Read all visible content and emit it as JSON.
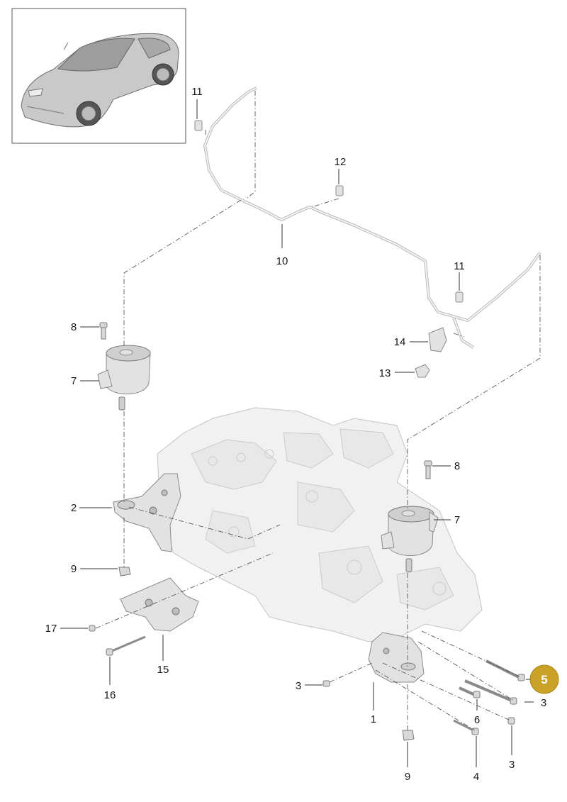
{
  "callouts": [
    {
      "id": "c11a",
      "text": "11"
    },
    {
      "id": "c12",
      "text": "12"
    },
    {
      "id": "c10",
      "text": "10"
    },
    {
      "id": "c11b",
      "text": "11"
    },
    {
      "id": "c8a",
      "text": "8"
    },
    {
      "id": "c7a",
      "text": "7"
    },
    {
      "id": "c14",
      "text": "14"
    },
    {
      "id": "c13",
      "text": "13"
    },
    {
      "id": "c8b",
      "text": "8"
    },
    {
      "id": "c7b",
      "text": "7"
    },
    {
      "id": "c2",
      "text": "2"
    },
    {
      "id": "c9a",
      "text": "9"
    },
    {
      "id": "c17",
      "text": "17"
    },
    {
      "id": "c15",
      "text": "15"
    },
    {
      "id": "c16",
      "text": "16"
    },
    {
      "id": "c3a",
      "text": "3"
    },
    {
      "id": "c1",
      "text": "1"
    },
    {
      "id": "c6",
      "text": "6"
    },
    {
      "id": "c3b",
      "text": "3"
    },
    {
      "id": "c3c",
      "text": "3"
    },
    {
      "id": "c9b",
      "text": "9"
    },
    {
      "id": "c4",
      "text": "4"
    }
  ],
  "highlight": {
    "text": "5",
    "color": "#c9a227"
  },
  "thumbnail": {
    "icon": "sports-car-icon"
  }
}
